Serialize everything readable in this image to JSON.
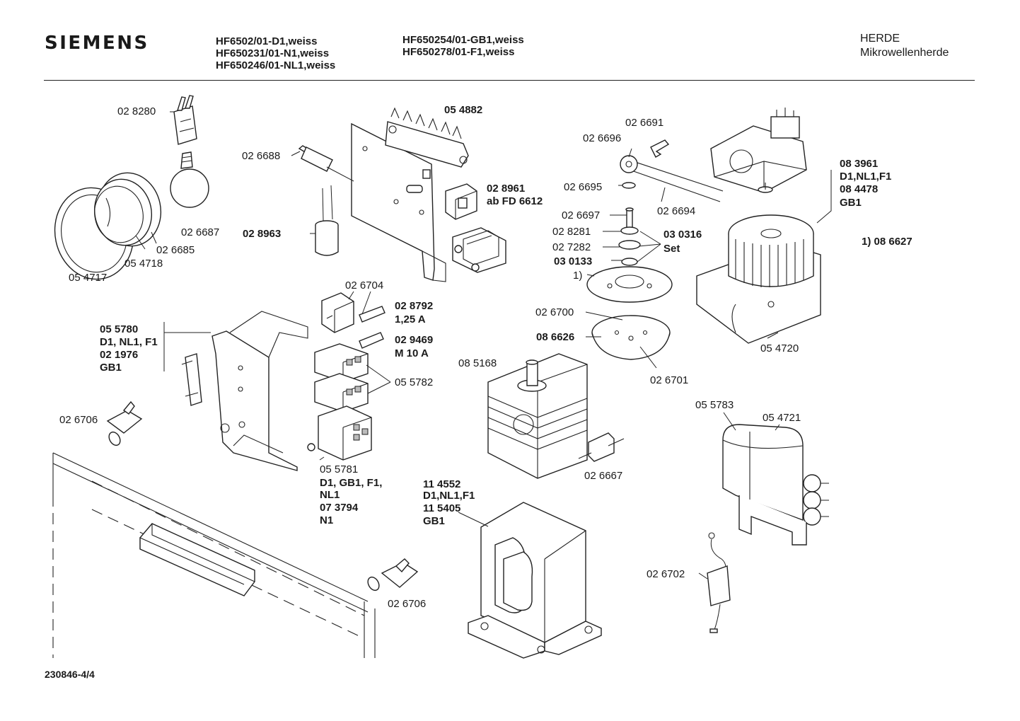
{
  "header": {
    "brand": "SIEMENS",
    "models_col1": [
      "HF6502/01-D1,weiss",
      "HF650231/01-N1,weiss",
      "HF650246/01-NL1,weiss"
    ],
    "models_col2": [
      "HF650254/01-GB1,weiss",
      "HF650278/01-F1,weiss"
    ],
    "category": "HERDE",
    "subcategory": "Mikrowellenherde"
  },
  "footer": {
    "doc_id": "230846-4/4"
  },
  "labels": {
    "p028280": "02 8280",
    "p026687": "02 6687",
    "p026685": "02 6685",
    "p054718": "05 4718",
    "p054717": "05 4717",
    "p026688": "02 6688",
    "p054882": "05 4882",
    "p028961": "02 8961",
    "p028961_note": "ab FD 6612",
    "p028963": "02 8963",
    "p026691": "02 6691",
    "p026696": "02 6696",
    "p026695": "02 6695",
    "p026694": "02 6694",
    "p026697": "02 6697",
    "p028281": "02 8281",
    "p027282": "02 7282",
    "p030133": "03 0133",
    "p030316": "03 0316",
    "p030316_note": "Set",
    "ref1": "1)",
    "p026700": "02 6700",
    "p086626": "08 6626",
    "p026701": "02 6701",
    "p083961": "08 3961",
    "p083961_note": "D1,NL1,F1",
    "p084478": "08 4478",
    "p084478_note": "GB1",
    "p054720": "05 4720",
    "footnote": "1)  08 6627",
    "p026704": "02 6704",
    "p028792": "02 8792",
    "p028792_note": "1,25 A",
    "p029469": "02 9469",
    "p029469_note": "M 10 A",
    "p055782": "05 5782",
    "p055780": "05 5780",
    "p055780_note": "D1, NL1, F1",
    "p021976": "02 1976",
    "p021976_note": "GB1",
    "p026706a": "02 6706",
    "p055781": "05 5781",
    "p055781_note1": "D1, GB1, F1,",
    "p055781_note2": "NL1",
    "p073794": "07 3794",
    "p073794_note": "N1",
    "p085168": "08 5168",
    "p026667": "02 6667",
    "p055783": "05 5783",
    "p054721": "05 4721",
    "p114552": "11 4552",
    "p114552_note": "D1,NL1,F1",
    "p115405": "11 5405",
    "p115405_note": "GB1",
    "p026702": "02 6702",
    "p026706b": "02  6706"
  }
}
